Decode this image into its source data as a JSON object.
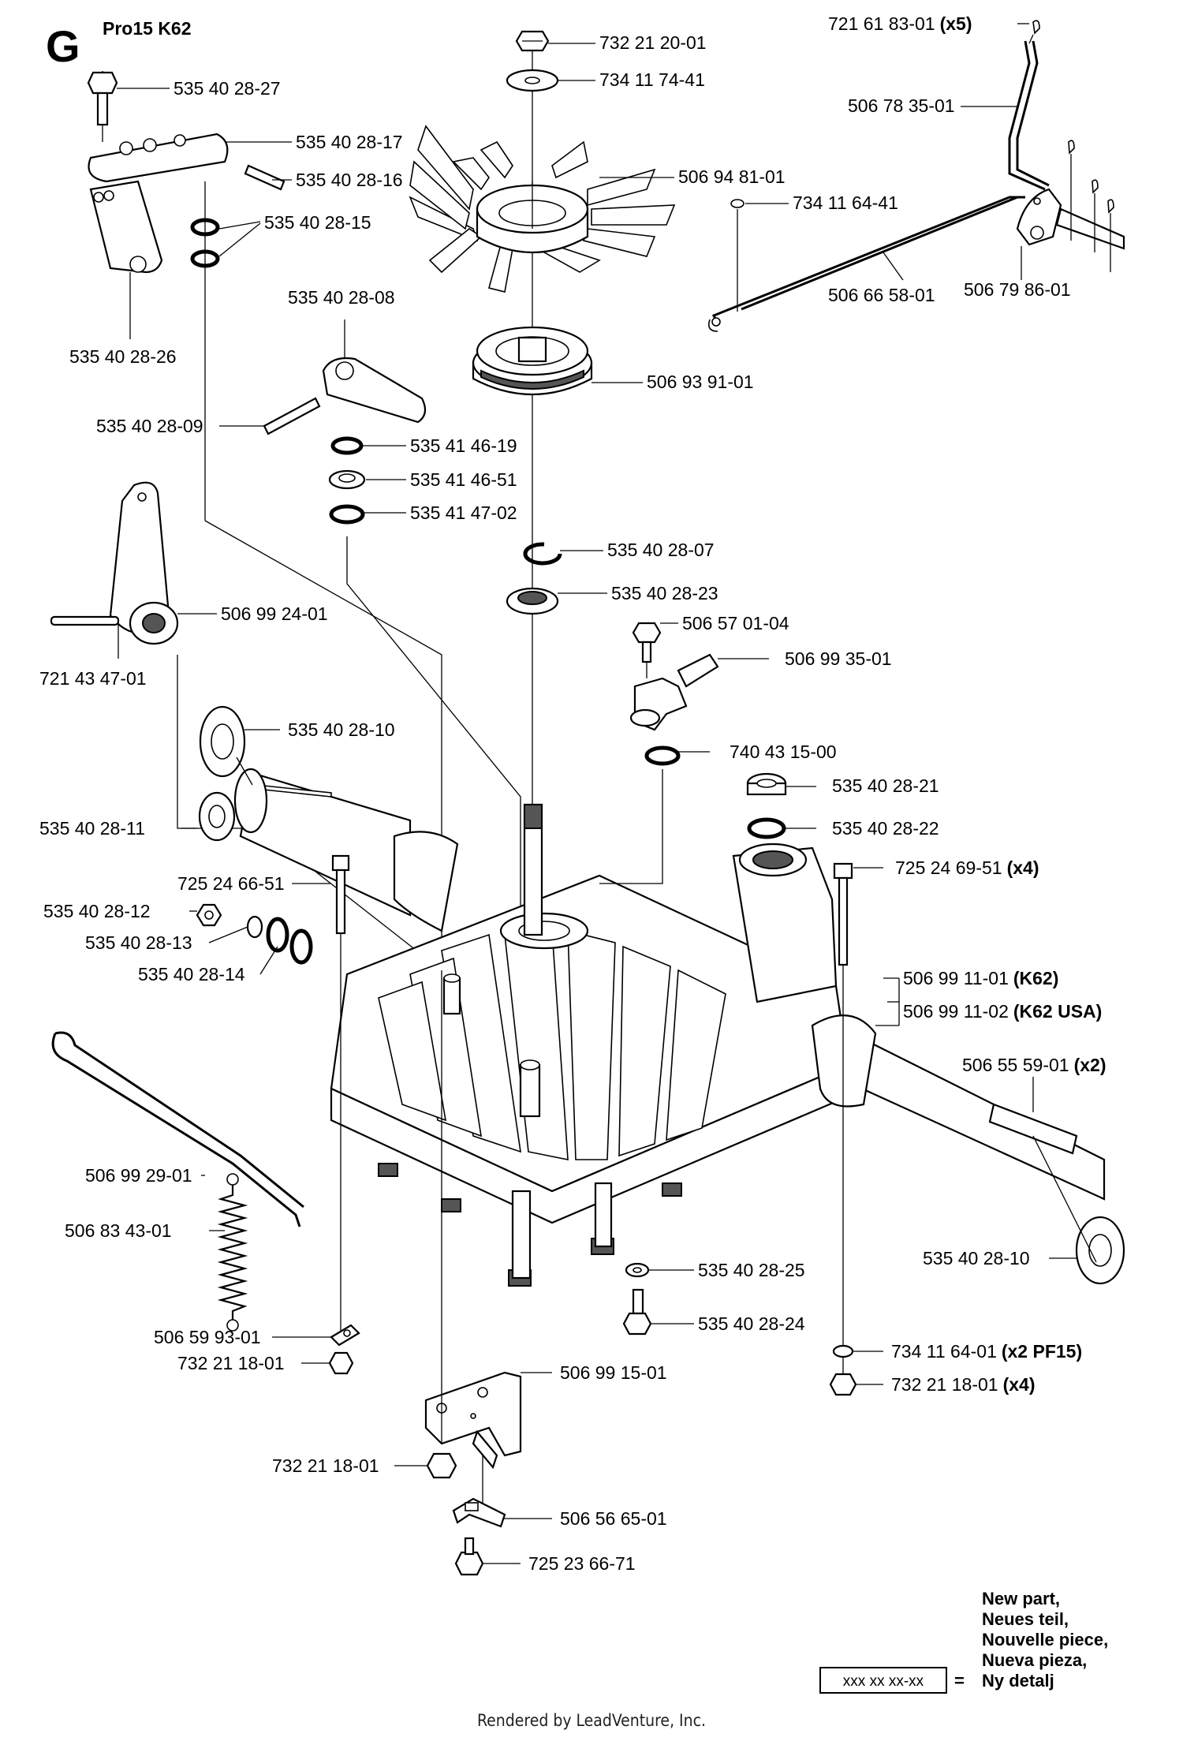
{
  "header": {
    "section_letter": "G",
    "model": "Pro15 K62"
  },
  "parts": [
    {
      "id": "p1",
      "label": "732 21 20-01"
    },
    {
      "id": "p2",
      "label": "734 11 74-41"
    },
    {
      "id": "p3",
      "label": "506 94 81-01"
    },
    {
      "id": "p4",
      "label": "506 93 91-01"
    },
    {
      "id": "p5",
      "label": "535 40 28-07"
    },
    {
      "id": "p6",
      "label": "535 40 28-23"
    },
    {
      "id": "p7",
      "label": "535 40 28-27"
    },
    {
      "id": "p8",
      "label": "535 40 28-17"
    },
    {
      "id": "p9",
      "label": "535 40 28-16"
    },
    {
      "id": "p10",
      "label": "535 40 28-15"
    },
    {
      "id": "p11",
      "label": "535 40 28-26"
    },
    {
      "id": "p12",
      "label": "535 40 28-08"
    },
    {
      "id": "p13",
      "label": "535 40 28-09"
    },
    {
      "id": "p14",
      "label": "535 41 46-19"
    },
    {
      "id": "p15",
      "label": "535 41 46-51"
    },
    {
      "id": "p16",
      "label": "535 41 47-02"
    },
    {
      "id": "p17",
      "label": "721 61 83-01",
      "qty": "(x5)"
    },
    {
      "id": "p18",
      "label": "506 78 35-01"
    },
    {
      "id": "p19",
      "label": "734 11 64-41"
    },
    {
      "id": "p20",
      "label": "506 66 58-01"
    },
    {
      "id": "p21",
      "label": "506 79 86-01"
    },
    {
      "id": "p22",
      "label": "506 99 24-01"
    },
    {
      "id": "p23",
      "label": "721 43 47-01"
    },
    {
      "id": "p24",
      "label": "506 57 01-04"
    },
    {
      "id": "p25",
      "label": "506 99 35-01"
    },
    {
      "id": "p26",
      "label": "740 43 15-00"
    },
    {
      "id": "p27",
      "label": "535 40 28-10"
    },
    {
      "id": "p28",
      "label": "535 40 28-21"
    },
    {
      "id": "p29",
      "label": "535 40 28-22"
    },
    {
      "id": "p30",
      "label": "535 40 28-11"
    },
    {
      "id": "p31",
      "label": "725 24 66-51"
    },
    {
      "id": "p32",
      "label": "725 24 69-51",
      "qty": "(x4)"
    },
    {
      "id": "p33",
      "label": "535 40 28-12"
    },
    {
      "id": "p34",
      "label": "535 40 28-13"
    },
    {
      "id": "p35",
      "label": "535 40 28-14"
    },
    {
      "id": "p36",
      "label": "506 99 11-01",
      "qty": "(K62)"
    },
    {
      "id": "p37",
      "label": "506 99 11-02",
      "qty": "(K62 USA)"
    },
    {
      "id": "p38",
      "label": "506 55 59-01",
      "qty": "(x2)"
    },
    {
      "id": "p39",
      "label": "506 99 29-01"
    },
    {
      "id": "p40",
      "label": "506 83 43-01"
    },
    {
      "id": "p41",
      "label": "535 40 28-25"
    },
    {
      "id": "p42",
      "label": "535 40 28-10"
    },
    {
      "id": "p43",
      "label": "535 40 28-24"
    },
    {
      "id": "p44",
      "label": "506 59 93-01"
    },
    {
      "id": "p45",
      "label": "732 21 18-01"
    },
    {
      "id": "p46",
      "label": "734 11 64-01",
      "qty": "(x2 PF15)"
    },
    {
      "id": "p47",
      "label": "732 21 18-01",
      "qty": "(x4)"
    },
    {
      "id": "p48",
      "label": "506 99 15-01"
    },
    {
      "id": "p49",
      "label": "732 21 18-01"
    },
    {
      "id": "p50",
      "label": "506 56 65-01"
    },
    {
      "id": "p51",
      "label": "725 23 66-71"
    }
  ],
  "legend": {
    "code": "xxx xx xx-xx",
    "equals": "=",
    "lines": [
      "New part,",
      "Neues teil,",
      "Nouvelle piece,",
      "Nueva pieza,",
      "Ny detalj"
    ]
  },
  "footer": {
    "text": "Rendered by LeadVenture, Inc."
  }
}
